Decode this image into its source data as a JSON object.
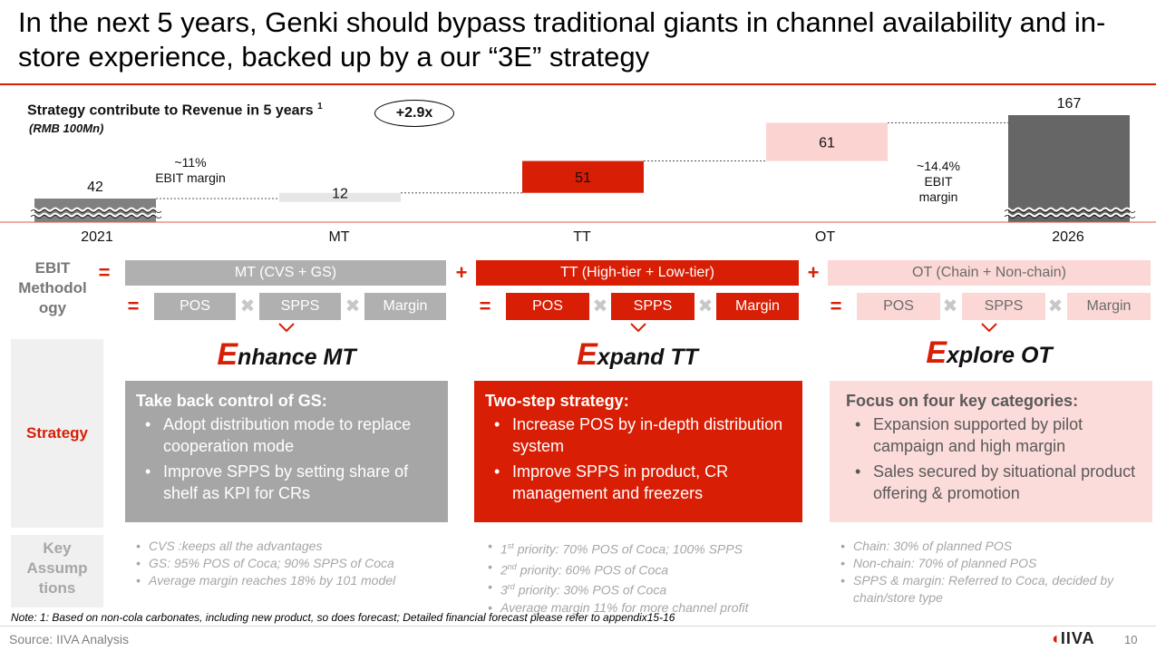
{
  "title": "In the next 5 years, Genki should bypass traditional giants in channel availability and in-store experience, backed up by a our “3E” strategy",
  "chart": {
    "title": "Strategy contribute to Revenue in 5 years",
    "title_sup": "1",
    "unit": "(RMB 100Mn)",
    "growth_badge": "+2.9x",
    "margin_left": "~11%\nEBIT margin",
    "margin_left_1": "~11%",
    "margin_left_2": "EBIT margin",
    "margin_right_1": "~14.4%",
    "margin_right_2": "EBIT",
    "margin_right_3": "margin"
  },
  "chart_data": {
    "type": "bar",
    "subtype": "waterfall",
    "title": "Strategy contribute to Revenue in 5 years",
    "ylabel": "",
    "categories": [
      "2021",
      "MT",
      "TT",
      "OT",
      "2026"
    ],
    "values": [
      42,
      12,
      51,
      61,
      167
    ],
    "value_labels": [
      "42",
      "12",
      "51",
      "61",
      "167"
    ],
    "kinds": [
      "total",
      "step",
      "step",
      "step",
      "total"
    ],
    "colors": [
      "#808080",
      "#e6e6e6",
      "#d81e05",
      "#fbd3d0",
      "#666666"
    ],
    "axis_break": true
  },
  "methodology": {
    "label": "EBIT Methodology",
    "label_1": "EBIT",
    "label_2": "Methodol",
    "label_3": "ogy",
    "eq": "=",
    "plus": "+",
    "times": "✖",
    "mt_total": "MT (CVS + GS)",
    "tt_total": "TT (High-tier + Low-tier)",
    "ot_total": "OT (Chain + Non-chain)",
    "pos": "POS",
    "spps": "SPPS",
    "margin": "Margin"
  },
  "strategy": {
    "label": "Strategy",
    "columns": [
      {
        "head_letter": "E",
        "head_rest": "nhance MT",
        "box_title": "Take back control of GS:",
        "bullets": [
          "Adopt distribution mode to replace cooperation mode",
          "Improve SPPS by setting share of shelf as KPI for CRs"
        ]
      },
      {
        "head_letter": "E",
        "head_rest": "xpand TT",
        "box_title": "Two-step strategy:",
        "bullets": [
          "Increase POS by in-depth distribution system",
          "Improve SPPS in product, CR management and freezers"
        ]
      },
      {
        "head_letter": "E",
        "head_rest": "xplore OT",
        "box_title": "Focus on four key categories:",
        "bullets": [
          "Expansion supported by pilot campaign and high margin",
          "Sales secured by situational product offering & promotion"
        ]
      }
    ]
  },
  "assumptions": {
    "label_1": "Key",
    "label_2": "Assump",
    "label_3": "tions",
    "mt": [
      "CVS :keeps all the advantages",
      "GS: 95% POS of Coca; 90% SPPS of Coca",
      "Average margin reaches 18% by 101 model"
    ],
    "tt": [
      {
        "ord": "1",
        "sup": "st",
        "text": " priority: 70% POS of Coca; 100% SPPS"
      },
      {
        "ord": "2",
        "sup": "nd",
        "text": " priority: 60% POS of Coca"
      },
      {
        "ord": "3",
        "sup": "rd",
        "text": " priority: 30% POS of Coca"
      }
    ],
    "tt_last": "Average margin 11% for more channel profit",
    "ot": [
      "Chain: 30% of planned POS",
      "Non-chain: 70% of planned POS",
      "SPPS & margin: Referred to Coca, decided by chain/store type"
    ]
  },
  "note": "Note: 1: Based on non-cola carbonates, including new product, so does forecast; Detailed financial forecast please refer to appendix15-16",
  "source": "Source: IIVA Analysis",
  "logo": "IIVA",
  "page_number": "10"
}
